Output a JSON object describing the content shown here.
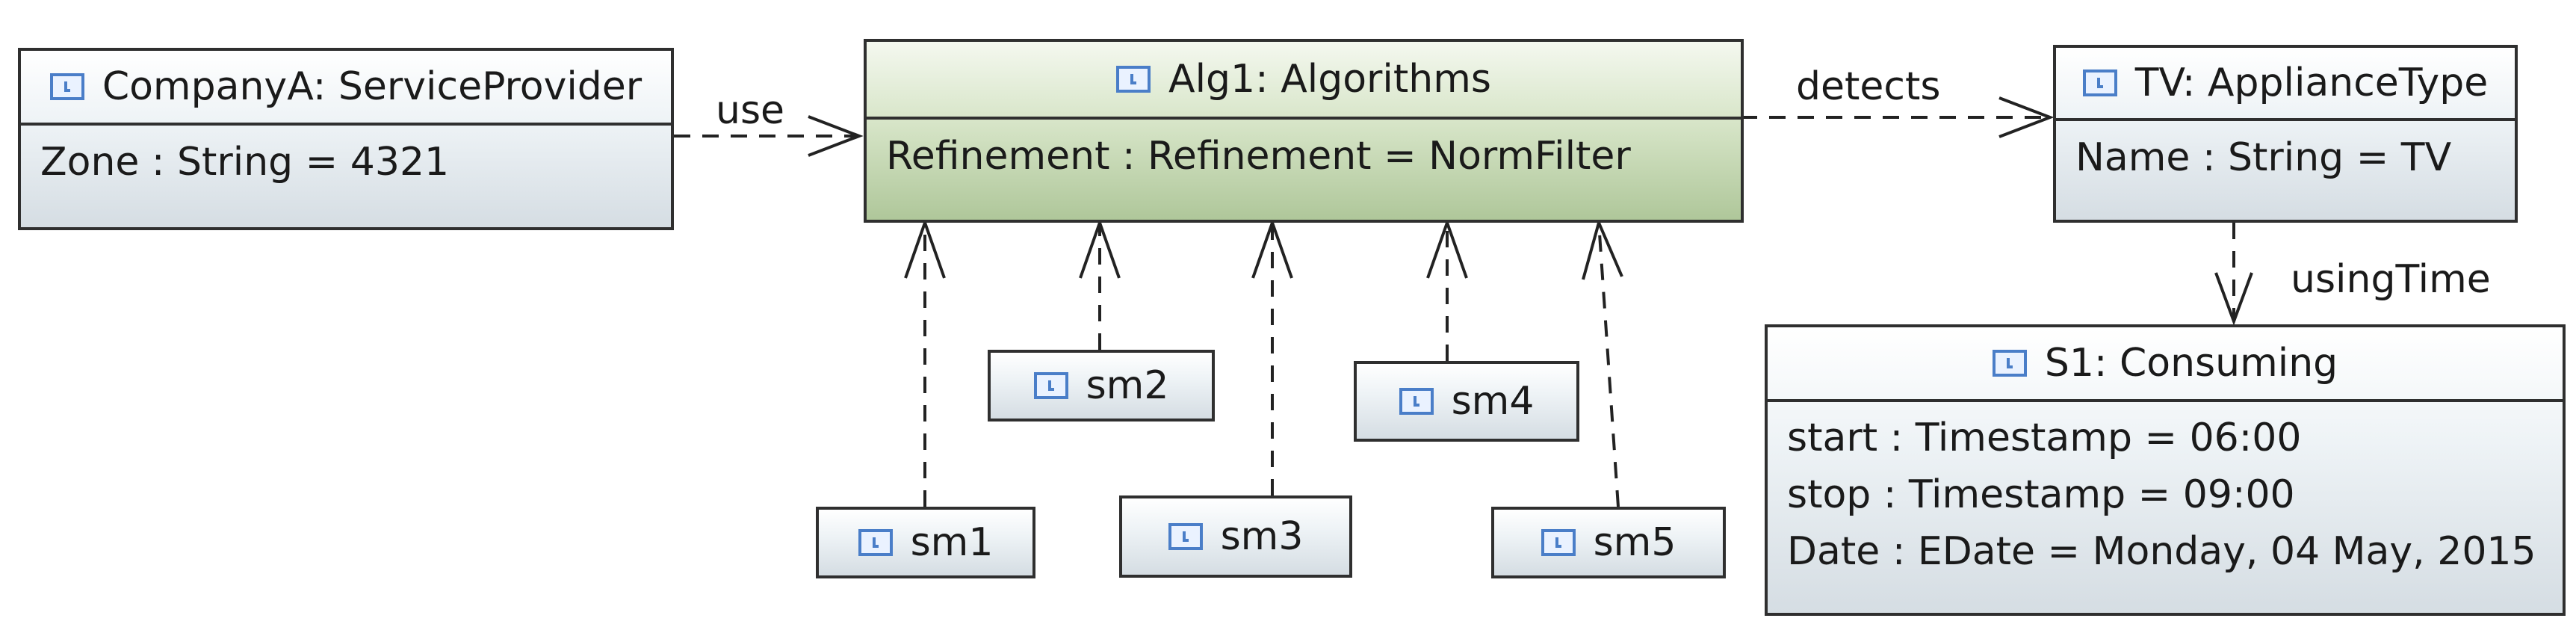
{
  "nodes": {
    "companyA": {
      "title": "CompanyA: ServiceProvider",
      "attrs": [
        "Zone : String = 4321"
      ]
    },
    "alg1": {
      "title": "Alg1: Algorithms",
      "attrs": [
        "Refinement : Refinement = NormFilter"
      ]
    },
    "tv": {
      "title": "TV: ApplianceType",
      "attrs": [
        "Name : String = TV"
      ]
    },
    "s1": {
      "title": "S1: Consuming",
      "attrs": [
        "start : Timestamp = 06:00",
        "stop : Timestamp = 09:00",
        "Date : EDate = Monday, 04 May, 2015"
      ]
    },
    "sm1": {
      "title": "sm1"
    },
    "sm2": {
      "title": "sm2"
    },
    "sm3": {
      "title": "sm3"
    },
    "sm4": {
      "title": "sm4"
    },
    "sm5": {
      "title": "sm5"
    }
  },
  "edges": {
    "use": "use",
    "detects": "detects",
    "usingTime": "usingTime"
  },
  "colors": {
    "object_fill": "#d5dde3",
    "highlight_fill": "#afc79a",
    "icon_accent": "#4a7ec8",
    "line": "#2f2f2f"
  },
  "icon": "object-instance-icon"
}
